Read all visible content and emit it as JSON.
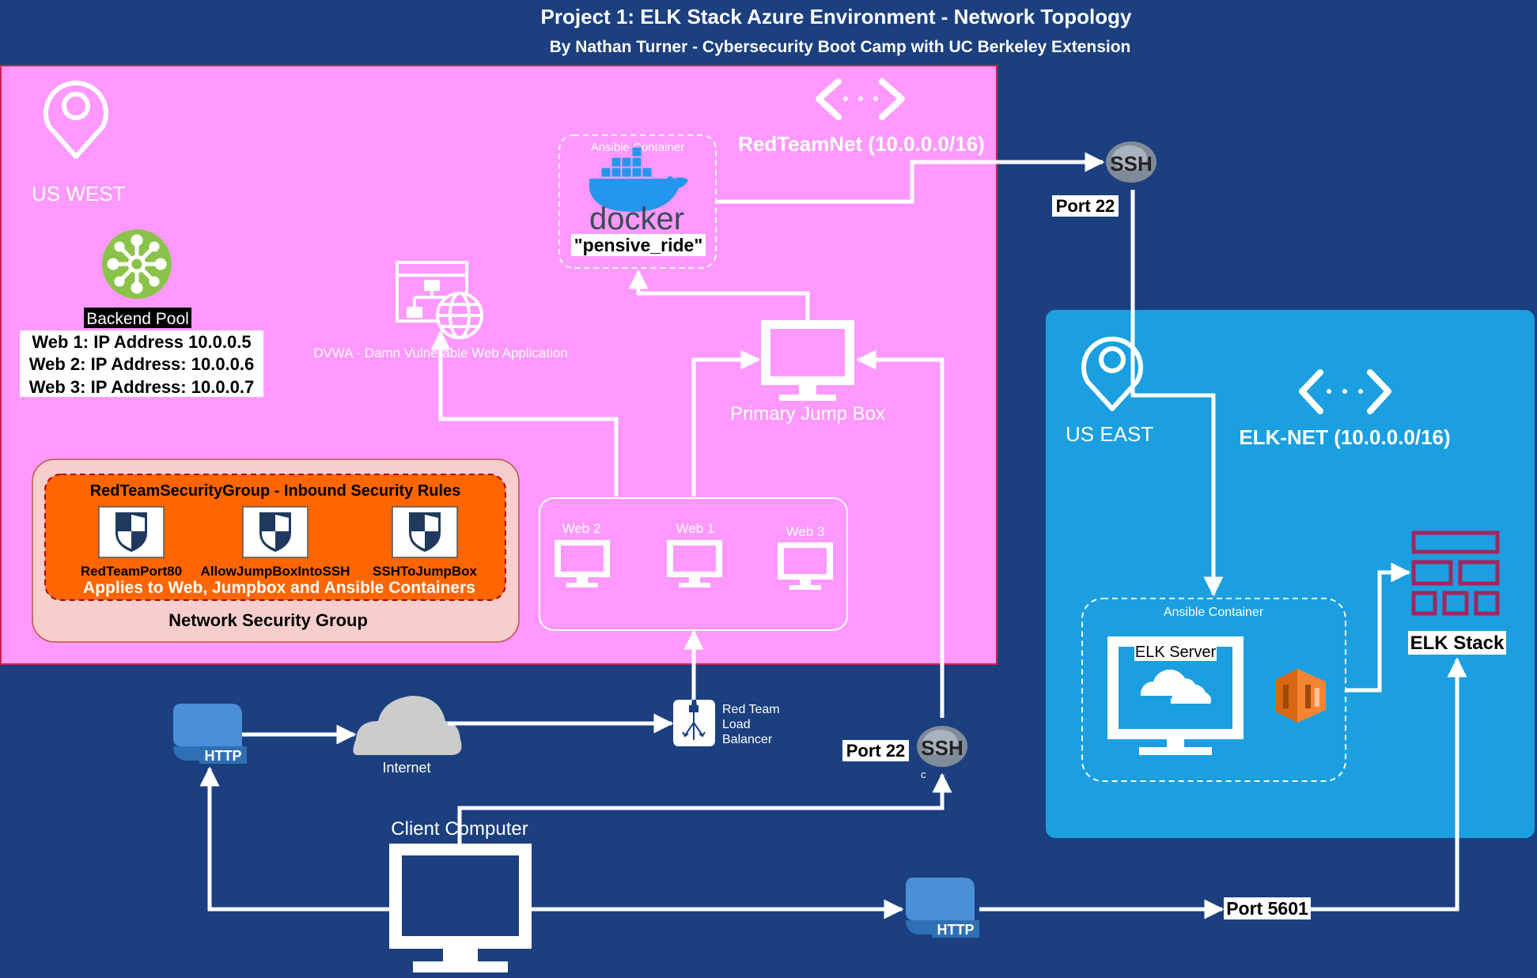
{
  "header": {
    "title": "Project 1: ELK Stack Azure Environment - Network Topology",
    "subtitle": "By Nathan Turner - Cybersecurity Boot Camp with UC Berkeley Extension"
  },
  "colors": {
    "background": "#1b3f7f",
    "us_west_zone": "#ff99ff",
    "us_east_zone": "#1b9fe0",
    "security_group_fill": "#ff6600",
    "nsg_box": "#f8cecc",
    "backend_pool_icon": "#8bc34a",
    "elk_stack_icon": "#a0275f",
    "http_tile": "#4a8fd8",
    "connector": "#ffffff"
  },
  "us_west": {
    "region_label": "US WEST",
    "region_icon": "map-pin-icon",
    "vnet_icon": "virtual-network-icon",
    "vnet_label": "RedTeamNet (10.0.0.0/16)",
    "backend_pool": {
      "icon": "backend-pool-icon",
      "title": "Backend Pool",
      "lines": [
        "Web 1: IP Address 10.0.0.5",
        "Web 2: IP Address: 10.0.0.6",
        "Web 3: IP Address: 10.0.0.7"
      ]
    },
    "dvwa": {
      "icon": "web-app-icon",
      "label": "DVWA - Damn Vulnerable Web Application"
    },
    "ansible": {
      "label": "Ansible Container",
      "icon": "docker-whale-icon",
      "brand": "docker",
      "name": "\"pensive_ride\""
    },
    "jump_box": {
      "icon": "monitor-icon",
      "label": "Primary Jump Box"
    },
    "web_servers": [
      {
        "label": "Web 2",
        "icon": "monitor-icon"
      },
      {
        "label": "Web 1",
        "icon": "monitor-icon"
      },
      {
        "label": "Web 3",
        "icon": "monitor-icon"
      }
    ],
    "security_group": {
      "title": "RedTeamSecurityGroup - Inbound Security Rules",
      "rules": [
        {
          "label": "RedTeamPort80",
          "icon": "shield-icon"
        },
        {
          "label": "AllowJumpBoxIntoSSH",
          "icon": "shield-icon"
        },
        {
          "label": "SSHToJumpBox",
          "icon": "shield-icon"
        }
      ],
      "applies": "Applies to Web, Jumpbox and Ansible Containers",
      "nsg_label": "Network Security Group"
    }
  },
  "us_east": {
    "region_label": "US EAST",
    "region_icon": "map-pin-icon",
    "vnet_icon": "virtual-network-icon",
    "vnet_label": "ELK-NET (10.0.0.0/16)",
    "ansible_label": "Ansible Container",
    "elk_server": {
      "label": "ELK Server",
      "icon": "cloud-monitor-icon"
    },
    "container_icon": "aws-container-icon",
    "elk_stack": {
      "label": "ELK Stack",
      "icon": "elk-stack-icon"
    }
  },
  "external": {
    "internet": {
      "label": "Internet",
      "icon": "cloud-icon"
    },
    "http_left": {
      "label": "HTTP",
      "icon": "http-icon"
    },
    "http_bottom": {
      "label": "HTTP",
      "icon": "http-icon"
    },
    "load_balancer": {
      "icon": "load-balancer-icon",
      "lines": [
        "Red Team",
        "Load",
        "Balancer"
      ]
    },
    "ssh_top": {
      "label": "SSH",
      "icon": "ssh-icon",
      "port": "Port 22"
    },
    "ssh_bottom": {
      "label": "SSH",
      "icon": "ssh-icon",
      "port": "Port 22",
      "sub": "c"
    },
    "port_kibana": "Port 5601",
    "client": {
      "label": "Client Computer",
      "icon": "monitor-icon"
    }
  }
}
